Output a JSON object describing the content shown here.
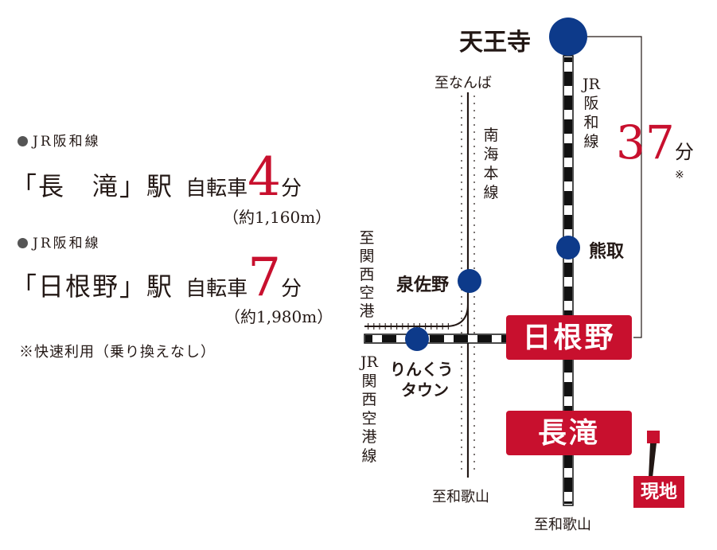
{
  "legend": {
    "nagataki": {
      "line": "JR阪和線",
      "station": "「長　滝」駅",
      "mode": "自転車",
      "minutes": "4",
      "unit": "分",
      "distance": "（約1,160m）"
    },
    "hineno": {
      "line": "JR阪和線",
      "station": "「日根野」駅",
      "mode": "自転車",
      "minutes": "7",
      "unit": "分",
      "distance": "（約1,980m）"
    },
    "note": "※快速利用（乗り換えなし）"
  },
  "map": {
    "tennoji": "天王寺",
    "hanwa_line_label": "JR阪和線",
    "travel_time": "37",
    "travel_unit": "分",
    "travel_note": "※",
    "kumatori": "熊取",
    "hineno": "日根野",
    "nagataki": "長滝",
    "site": "現地",
    "to_wakayama_jr": "至和歌山",
    "to_namba": "至なんば",
    "nankai_line_label": "南海本線",
    "izumisano": "泉佐野",
    "to_kix": "至関西空港",
    "rinku_line1": "りんくう",
    "rinku_line2": "タウン",
    "kix_line_label": "JR関西空港線",
    "to_wakayama_nankai": "至和歌山"
  },
  "colors": {
    "accent_red": "#c8102e",
    "station_blue": "#0d3a8a",
    "text": "#231815"
  }
}
